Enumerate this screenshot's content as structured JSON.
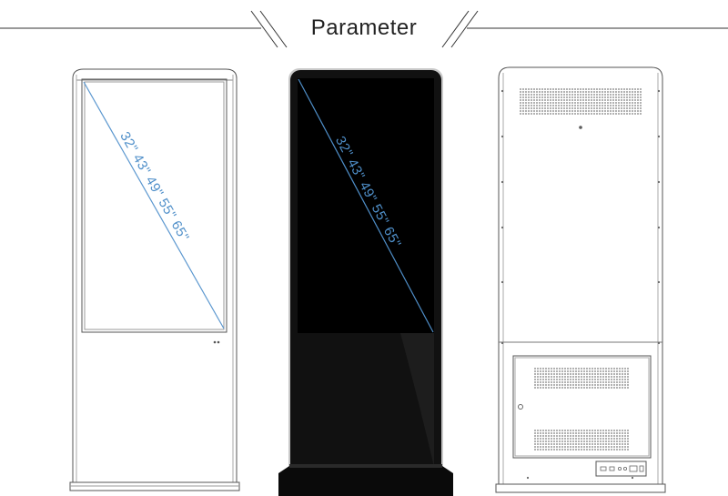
{
  "header": {
    "title": "Parameter"
  },
  "front_view": {
    "diagonal_label": "32\" 43\" 49\" 55\" 65\""
  },
  "black_view": {
    "diagonal_label": "32\" 43\" 49\" 55\" 65\""
  },
  "colors": {
    "diagonal": "#5b97cf",
    "outline": "#555555",
    "screen": "#050505",
    "body_dark": "#111111"
  }
}
